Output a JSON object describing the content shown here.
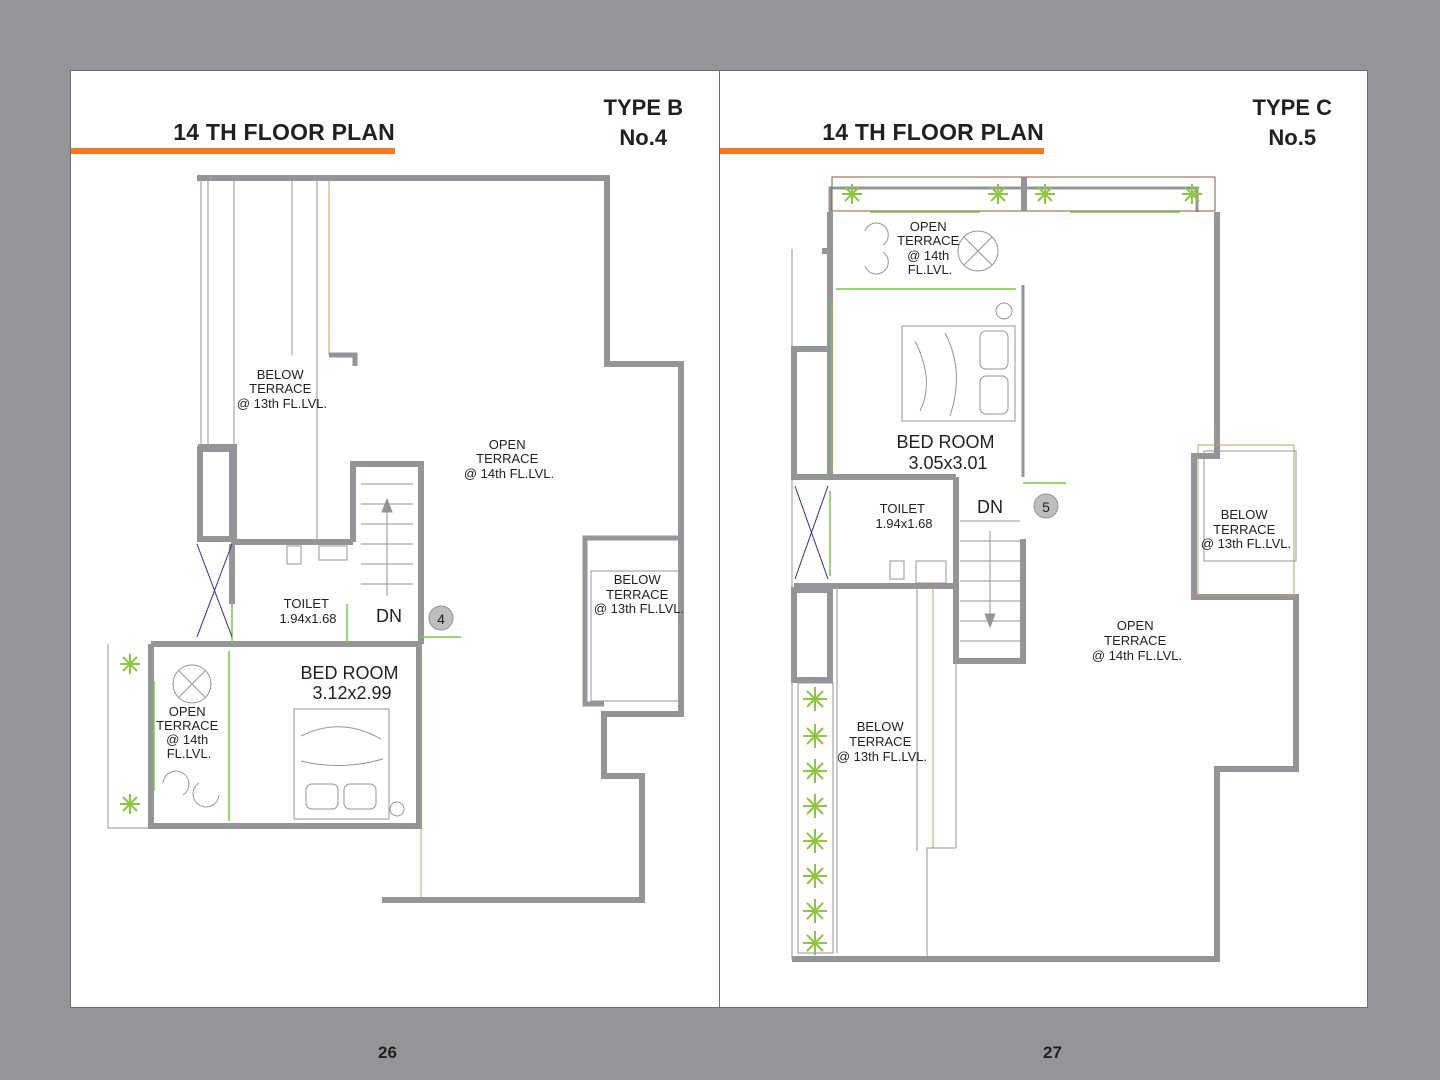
{
  "left": {
    "heading": "14 TH FLOOR PLAN",
    "type_line1": "TYPE B",
    "type_line2": "No.4",
    "page_number": "26",
    "labels": {
      "below_terrace_a": [
        "BELOW",
        "TERRACE",
        "@ 13th FL.LVL."
      ],
      "open_terrace_main": [
        "OPEN",
        "TERRACE",
        "@ 14th FL.LVL."
      ],
      "below_terrace_b": [
        "BELOW",
        "TERRACE",
        "@ 13th FL.LVL."
      ],
      "toilet": [
        "TOILET",
        "1.94x1.68"
      ],
      "dn": "DN",
      "unit_marker": "4",
      "bedroom": [
        "BED ROOM",
        "3.12x2.99"
      ],
      "open_terrace_small": [
        "OPEN",
        "TERRACE",
        "@ 14th",
        "FL.LVL."
      ]
    }
  },
  "right": {
    "heading": "14 TH FLOOR PLAN",
    "type_line1": "TYPE C",
    "type_line2": "No.5",
    "page_number": "27",
    "labels": {
      "open_terrace_top": [
        "OPEN",
        "TERRACE",
        "@ 14th",
        "FL.LVL."
      ],
      "bedroom": [
        "BED ROOM",
        "3.05x3.01"
      ],
      "toilet": [
        "TOILET",
        "1.94x1.68"
      ],
      "dn": "DN",
      "unit_marker": "5",
      "below_terrace_right": [
        "BELOW",
        "TERRACE",
        "@ 13th FL.LVL."
      ],
      "open_terrace_main": [
        "OPEN",
        "TERRACE",
        "@ 14th FL.LVL."
      ],
      "below_terrace_bottom": [
        "BELOW",
        "TERRACE",
        "@ 13th FL.LVL."
      ]
    }
  },
  "colors": {
    "accent_rule": "#f47920",
    "wall": "#939598",
    "glass": "#7ac943",
    "plant": "#8dc63f",
    "text": "#231f20"
  }
}
